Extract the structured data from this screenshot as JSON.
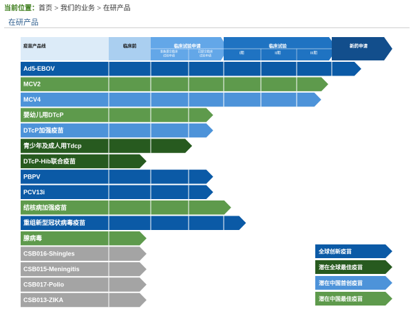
{
  "breadcrumb": {
    "label": "当前位置：",
    "items": [
      "首页",
      "我们的业务",
      "在研产品"
    ],
    "separator": ">"
  },
  "page_subtitle": "在研产品",
  "chart_data": {
    "type": "bar",
    "header": {
      "product_col": "疫苗产品线",
      "stages": [
        {
          "label": "临床前",
          "subs": []
        },
        {
          "label": "临床试验申请",
          "subs": [
            "准备提交临床\n试验申请",
            "已提交临床\n试验申请"
          ]
        },
        {
          "label": "临床试验",
          "subs": [
            "I期",
            "II期",
            "III期"
          ]
        },
        {
          "label": "新药申请",
          "subs": []
        }
      ]
    },
    "categories": [
      "Ad5-EBOV",
      "MCV2",
      "MCV4",
      "婴幼儿用DTcP",
      "DTcP加强疫苗",
      "青少年及成人用Tdcp",
      "DTcP-Hib联合疫苗",
      "PBPV",
      "PCV13i",
      "结核病加强疫苗",
      "重组新型冠状病毒疫苗",
      "腺病毒",
      "CSB016-Shingles",
      "CSB015-Meningitis",
      "CSB017-Polio",
      "CSB013-ZIKA"
    ],
    "progress_columns": [
      6.55,
      5.9,
      5.7,
      2.7,
      2.7,
      2.1,
      0.9,
      2.7,
      2.7,
      3.2,
      3.6,
      0.9,
      0.9,
      0.9,
      0.9,
      0.9
    ],
    "column_scale": "stage columns: 0 临床前, 1 准备提交临床试验申请, 2 已提交临床试验申请, 3 I期, 4 II期, 5 III期, 6 新药申请",
    "bar_category": [
      "global",
      "china_best",
      "china_first",
      "china_best",
      "china_first",
      "global_best",
      "global_best",
      "global",
      "global",
      "china_best",
      "global",
      "china_best",
      "grey",
      "grey",
      "grey",
      "grey"
    ],
    "legend": [
      {
        "key": "global",
        "label": "全球创新疫苗"
      },
      {
        "key": "global_best",
        "label": "潜在全球最佳疫苗"
      },
      {
        "key": "china_first",
        "label": "潜在中国首创疫苗"
      },
      {
        "key": "china_best",
        "label": "潜在中国最佳疫苗"
      }
    ],
    "legend_position": "bottom-right",
    "colors": {
      "global": "#0b5aa6",
      "global_best": "#275a1f",
      "china_first": "#4d93d9",
      "china_best": "#5e9a4c",
      "grey": "#a4a4a4",
      "header_col0": "#dcebf8",
      "header_col1": "#aacff0",
      "header_apply": "#63a7e8",
      "header_trial": "#1f73c2",
      "header_nda": "#124e8c"
    }
  }
}
